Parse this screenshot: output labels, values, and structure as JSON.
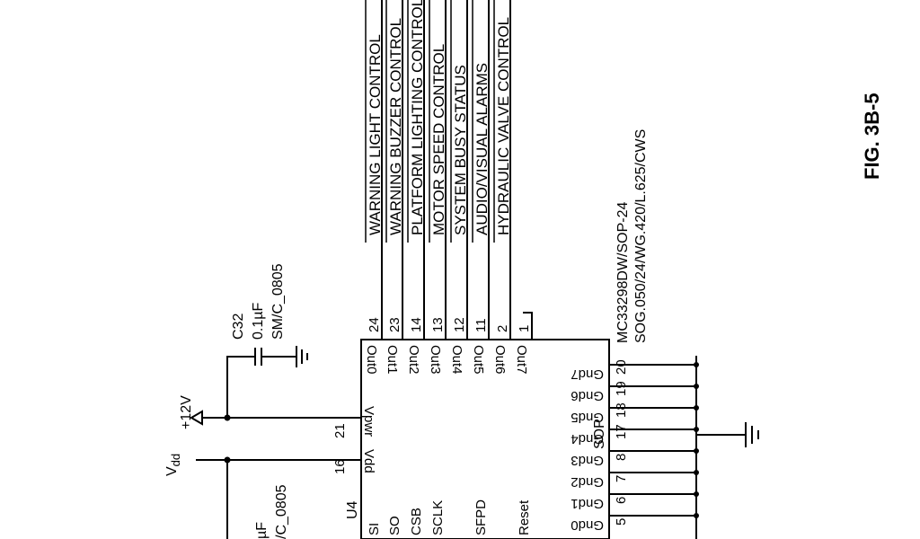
{
  "figure_label": "FIG. 3B-5",
  "chip": {
    "ref": "U4",
    "type": "SOP",
    "part_number": "MC33298DW/SOP-24",
    "package": "SOG.050/24/WG.420/L.625/CWS",
    "outputs": [
      {
        "name": "Out0",
        "num": "24",
        "signal": "WARNING LIGHT CONTROL"
      },
      {
        "name": "Out1",
        "num": "23",
        "signal": "WARNING BUZZER CONTROL"
      },
      {
        "name": "Out2",
        "num": "14",
        "signal": "PLATFORM LIGHTING CONTROL"
      },
      {
        "name": "Out3",
        "num": "13",
        "signal": "MOTOR SPEED CONTROL"
      },
      {
        "name": "Out4",
        "num": "12",
        "signal": "SYSTEM BUSY STATUS"
      },
      {
        "name": "Out5",
        "num": "11",
        "signal": "AUDIO/VISUAL ALARMS"
      },
      {
        "name": "Out6",
        "num": "2",
        "signal": "HYDRAULIC VALVE CONTROL"
      },
      {
        "name": "Out7",
        "num": "1",
        "signal": ""
      }
    ],
    "grounds": [
      {
        "name": "Gnd0",
        "num": "5"
      },
      {
        "name": "Gnd1",
        "num": "6"
      },
      {
        "name": "Gnd2",
        "num": "7"
      },
      {
        "name": "Gnd3",
        "num": "8"
      },
      {
        "name": "Gnd4",
        "num": "17"
      },
      {
        "name": "Gnd5",
        "num": "18"
      },
      {
        "name": "Gnd6",
        "num": "19"
      },
      {
        "name": "Gnd7",
        "num": "20"
      }
    ],
    "vpwr": {
      "name": "Vpwr",
      "num": "21"
    },
    "vdd": {
      "name": "Vdd",
      "num": "16"
    },
    "left_pins": [
      "SI",
      "SO",
      "CSB",
      "SCLK",
      "SFPD",
      "Reset"
    ]
  },
  "rails": {
    "vpwr_label": "+12V",
    "vdd_label": "V",
    "vdd_sub": "dd"
  },
  "cap_c32": {
    "ref": "C32",
    "value": "0.1µF",
    "footprint": "SM/C_0805"
  },
  "cap_lower": {
    "value": "µF",
    "footprint": "/C_0805"
  }
}
